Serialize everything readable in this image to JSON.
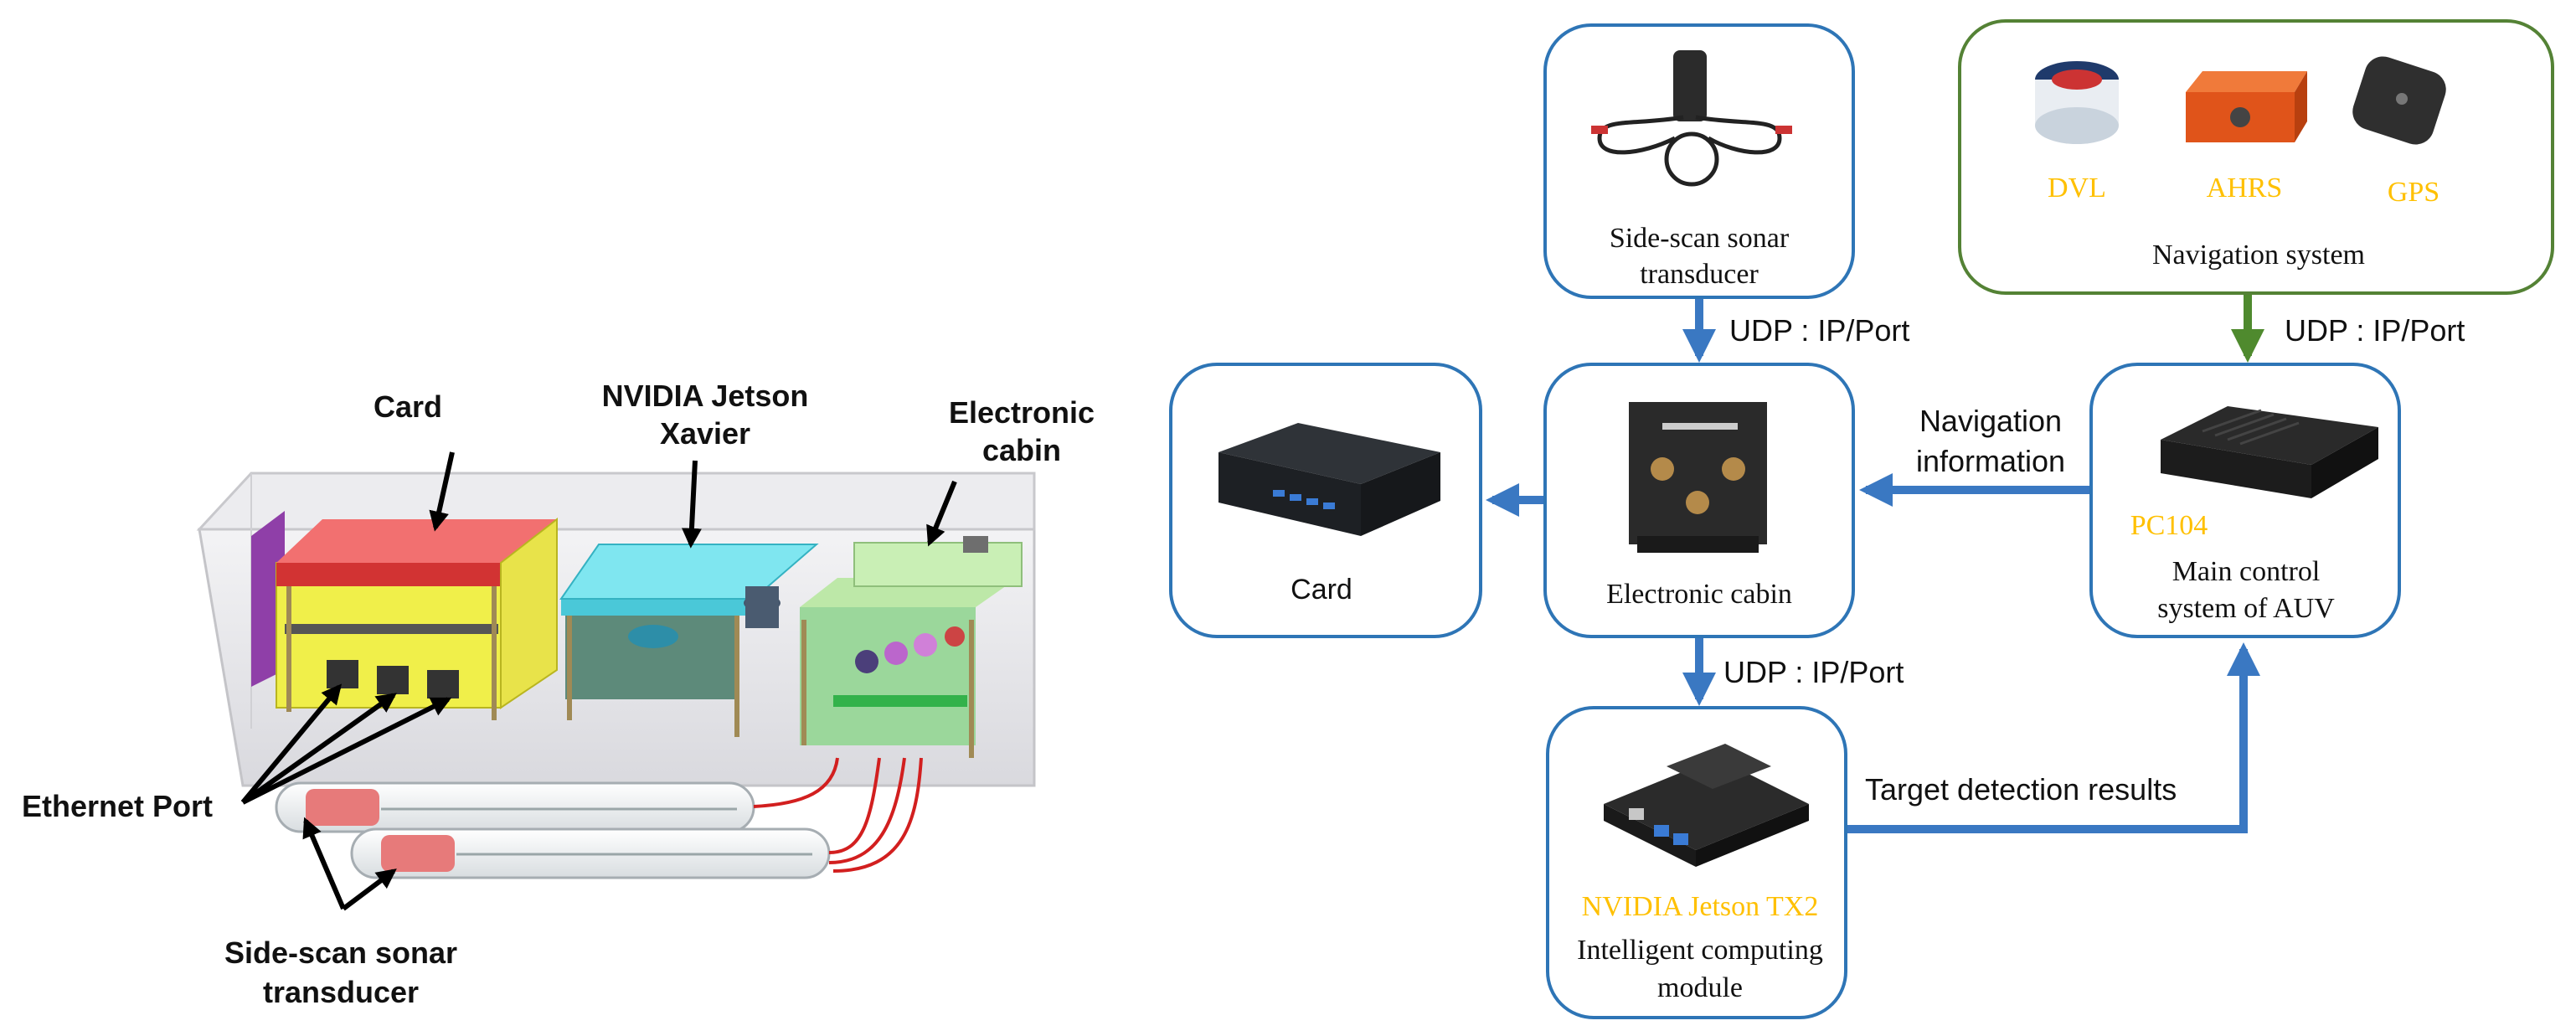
{
  "left_figure": {
    "label_card": "Card",
    "label_jetson_line1": "NVIDIA Jetson",
    "label_jetson_line2": "Xavier",
    "label_cabin_line1": "Electronic",
    "label_cabin_line2": "cabin",
    "label_ethernet": "Ethernet Port",
    "label_sonar_line1": "Side-scan sonar",
    "label_sonar_line2": "transducer"
  },
  "diagram": {
    "sonar_box": {
      "line1": "Side-scan sonar",
      "line2": "transducer"
    },
    "nav_box": {
      "dvl": "DVL",
      "ahrs": "AHRS",
      "gps": "GPS",
      "title": "Navigation system"
    },
    "card_box": {
      "title": "Card"
    },
    "cabin_box": {
      "title": "Electronic cabin"
    },
    "main_box": {
      "chip": "PC104",
      "line1": "Main control",
      "line2": "system of AUV"
    },
    "ics_box": {
      "chip": "NVIDIA Jetson TX2",
      "line1": "Intelligent computing",
      "line2": "module"
    },
    "edges": {
      "sonar_to_cabin": "UDP : IP/Port",
      "nav_to_main": "UDP : IP/Port",
      "cabin_to_ics": "UDP : IP/Port",
      "main_to_cabin_line1": "Navigation",
      "main_to_cabin_line2": "information",
      "ics_to_main": "Target detection results"
    }
  },
  "colors": {
    "box_border": "#2e75b6",
    "arrow_blue": "#3a78c2",
    "nav_border": "#548235",
    "arrow_green": "#4f8a2e",
    "chip_label": "#ffc000"
  }
}
